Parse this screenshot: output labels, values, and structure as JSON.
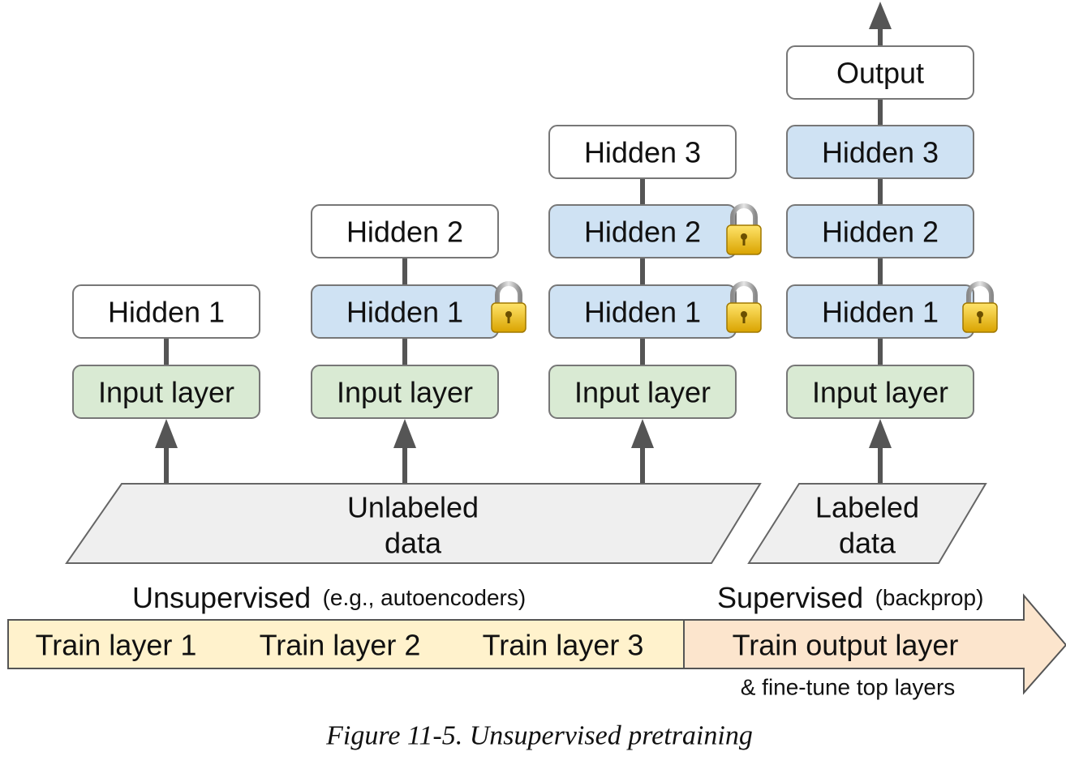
{
  "columns": [
    {
      "input": "Input layer",
      "layers": [
        {
          "label": "Hidden 1",
          "frozen": false
        }
      ]
    },
    {
      "input": "Input layer",
      "layers": [
        {
          "label": "Hidden 1",
          "frozen": true
        },
        {
          "label": "Hidden 2",
          "frozen": false
        }
      ]
    },
    {
      "input": "Input layer",
      "layers": [
        {
          "label": "Hidden 1",
          "frozen": true
        },
        {
          "label": "Hidden 2",
          "frozen": true
        },
        {
          "label": "Hidden 3",
          "frozen": false
        }
      ]
    },
    {
      "input": "Input layer",
      "layers": [
        {
          "label": "Hidden 1",
          "frozen": true
        },
        {
          "label": "Hidden 2",
          "frozen": false
        },
        {
          "label": "Hidden 3",
          "frozen": false
        }
      ],
      "output": "Output"
    }
  ],
  "data_sources": {
    "unlabeled": {
      "line1": "Unlabeled",
      "line2": "data"
    },
    "labeled": {
      "line1": "Labeled",
      "line2": "data"
    }
  },
  "phases": {
    "unsupervised": {
      "title": "Unsupervised",
      "note": "(e.g., autoencoders)"
    },
    "supervised": {
      "title": "Supervised",
      "note": "(backprop)"
    }
  },
  "timeline": {
    "steps": [
      "Train layer 1",
      "Train layer 2",
      "Train layer 3"
    ],
    "final_step": "Train output layer",
    "final_note": "& fine-tune top layers"
  },
  "caption": "Figure 11-5. Unsupervised pretraining",
  "colors": {
    "input_fill": "#d9ead3",
    "trained_fill": "#cfe2f3",
    "new_fill": "#ffffff",
    "data_fill": "#efefef",
    "unsup_band": "#fff2cc",
    "sup_band": "#fce5cd",
    "connector": "#555555",
    "lock_body": "#f1c232",
    "lock_shackle": "#999999"
  },
  "icons": {
    "lock": "lock-icon"
  }
}
